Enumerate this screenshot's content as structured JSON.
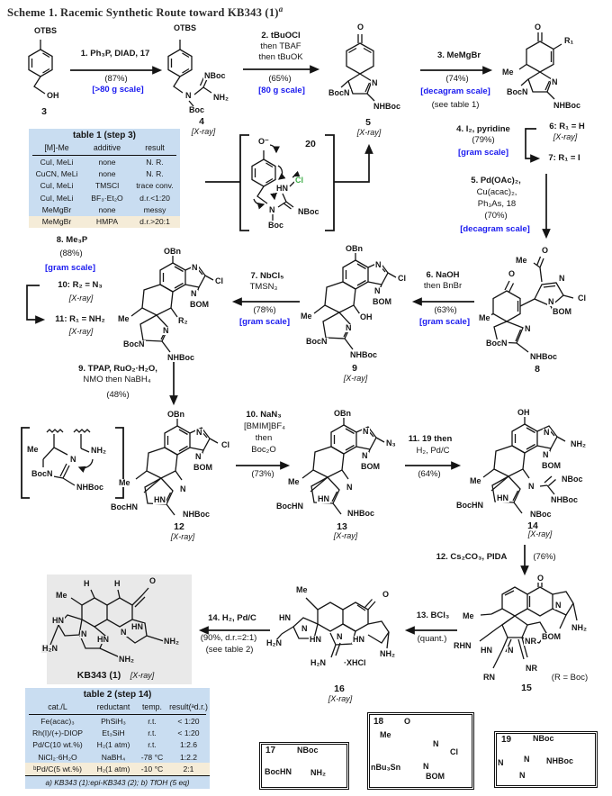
{
  "title": {
    "text": "Scheme 1. Racemic Synthetic Route toward KB343 (1)",
    "sup": "a"
  },
  "colors": {
    "accent_blue": "#1a1aef",
    "chlorine_green": "#3fae49",
    "table_bg": "#c9ddf1",
    "highlight_row": "#f5ecd8",
    "kb_box_bg": "#e9e9e9"
  },
  "steps": {
    "s1": {
      "l1": "1. Ph₃P, DIAD, 17",
      "yield": "(87%)",
      "scale": "[>80 g scale]"
    },
    "s2": {
      "l1": "2. tBuOCl",
      "l2": "then TBAF",
      "l3": "then tBuOK",
      "yield": "(65%)",
      "scale": "[80 g scale]"
    },
    "s3": {
      "l1": "3. MeMgBr",
      "yield": "(74%)",
      "scale": "[decagram scale]",
      "note": "(see table 1)"
    },
    "s4": {
      "l1": "4. I₂, pyridine",
      "yield": "(79%)",
      "scale": "[gram scale]"
    },
    "s5": {
      "l1": "5. Pd(OAc)₂,",
      "l2": "Cu(acac)₂,",
      "l3": "Ph₃As, 18",
      "yield": "(70%)",
      "scale": "[decagram scale]"
    },
    "s6": {
      "l1": "6. NaOH",
      "l2": "then BnBr",
      "yield": "(63%)",
      "scale": "[gram scale]"
    },
    "s7": {
      "l1": "7. NbCl₅",
      "l2": "TMSN₃",
      "yield": "(78%)",
      "scale": "[gram scale]"
    },
    "s8": {
      "l1": "8. Me₃P",
      "yield": "(88%)",
      "scale": "[gram scale]"
    },
    "s9": {
      "l1": "9. TPAP, RuO₂·H₂O,",
      "l2": "NMO then NaBH₄",
      "yield": "(48%)"
    },
    "s10": {
      "l1": "10. NaN₃",
      "l2": "[BMIM]BF₄",
      "l3": "then",
      "l4": "Boc₂O",
      "yield": "(73%)"
    },
    "s11": {
      "l1": "11. 19 then",
      "l2": "H₂, Pd/C",
      "yield": "(64%)"
    },
    "s12": {
      "l1": "12. Cs₂CO₃, PIDA",
      "yield": "(76%)"
    },
    "s13": {
      "l1": "13. BCl₃",
      "yield": "(quant.)"
    },
    "s14": {
      "l1": "14. H₂, Pd/C",
      "l2": "(90%, d.r.=2:1)",
      "l3": "(see table 2)"
    }
  },
  "compounds": {
    "c3": {
      "otbs": "OTBS",
      "oh": "OH",
      "num": "3"
    },
    "c4": {
      "otbs": "OTBS",
      "nboc": "NBoc",
      "n": "N",
      "nh2": "NH₂",
      "boc": "Boc",
      "num": "4",
      "xray": "[X-ray]"
    },
    "c5": {
      "o": "O",
      "n": "N",
      "bocn": "BocN",
      "nhboc": "NHBoc",
      "num": "5",
      "xray": "[X-ray]"
    },
    "c67": {
      "o": "O",
      "r1": "R₁",
      "me": "Me",
      "n": "N",
      "bocn": "BocN",
      "nhboc": "NHBoc",
      "lbl6": "6: R₁ = H",
      "xray6": "[X-ray]",
      "lbl7": "7: R₁ = I"
    },
    "c20": {
      "o": "O⁻",
      "num": "20",
      "hn": "HN",
      "cl": "Cl",
      "n": "N",
      "nboc": "NBoc",
      "boc": "Boc"
    },
    "c8": {
      "me_ac": "Me",
      "o_ac": "O",
      "o": "O",
      "n1": "N",
      "cl": "Cl",
      "n2": "N",
      "bom": "BOM",
      "me": "Me",
      "n3": "N",
      "bocn": "BocN",
      "nhboc": "NHBoc",
      "num": "8"
    },
    "c9": {
      "obn": "OBn",
      "n1": "N",
      "cl": "Cl",
      "n2": "N",
      "bom": "BOM",
      "oh": "OH",
      "me": "Me",
      "n3": "N",
      "bocn": "BocN",
      "nhboc": "NHBoc",
      "num": "9",
      "xray": "[X-ray]"
    },
    "c1011": {
      "obn": "OBn",
      "n1": "N",
      "cl": "Cl",
      "n2": "N",
      "bom": "BOM",
      "me": "Me",
      "r2": "R₂",
      "n3": "N",
      "bocn": "BocN",
      "nhboc": "NHBoc",
      "lbl10": "10: R₂ = N₃",
      "xray10": "[X-ray]",
      "lbl11": "11: R₁ = NH₂",
      "xray11": "[X-ray]"
    },
    "c12": {
      "obn": "OBn",
      "n1": "N",
      "cl": "Cl",
      "n2": "N",
      "bom": "BOM",
      "me": "Me",
      "n3": "N",
      "hn": "HN",
      "bochn": "BocHN",
      "nhboc": "NHBoc",
      "num": "12",
      "xray": "[X-ray]"
    },
    "cmech": {
      "me": "Me",
      "nh2": "NH₂",
      "n": "N",
      "bocn": "BocN",
      "nhboc": "NHBoc"
    },
    "c13": {
      "obn": "OBn",
      "n1": "N",
      "n3sub": "N₃",
      "n2": "N",
      "bom": "BOM",
      "me": "Me",
      "n3": "N",
      "hn": "HN",
      "bochn": "BocHN",
      "nhboc": "NHBoc",
      "num": "13",
      "xray": "[X-ray]"
    },
    "c14": {
      "oh": "OH",
      "n1": "N",
      "nh2": "NH₂",
      "n2": "N",
      "bom": "BOM",
      "me": "Me",
      "n3": "N",
      "nboc1": "NBoc",
      "hn": "HN",
      "nhboc": "NHBoc",
      "bochn": "BocHN",
      "nboc2": "NBoc",
      "num": "14",
      "xray": "[X-ray]"
    },
    "c15": {
      "o": "O",
      "me": "Me",
      "n1": "N",
      "nh2": "NH₂",
      "bom": "BOM",
      "nr1": "NR",
      "rhn": "RHN",
      "hn": "HN",
      "n2": "N",
      "nr2": "NR",
      "rn": "RN",
      "num": "15",
      "rdef": "(R = Boc)"
    },
    "c16": {
      "me": "Me",
      "o": "O",
      "hn1": "HN",
      "n1": "N",
      "h2n1": "H₂N",
      "hn2": "HN",
      "n2": "N",
      "hn3": "HN",
      "nh2": "NH₂",
      "h2n2": "H₂N",
      "salt": "·XHCl",
      "num": "16",
      "xray": "[X-ray]"
    },
    "kb343": {
      "me": "Me",
      "h1": "H",
      "h2": "H",
      "o": "O",
      "hn1": "HN",
      "n1": "N",
      "h2n": "H₂N",
      "hn2": "HN",
      "n2": "N",
      "hn3": "HN",
      "nh2a": "NH₂",
      "nh2b": "NH₂",
      "name": "KB343 (1)",
      "xray": "[X-ray]"
    }
  },
  "table1": {
    "title": "table 1 (step 3)",
    "headers": [
      "[M]-Me",
      "additive",
      "result"
    ],
    "rows": [
      [
        "CuI, MeLi",
        "none",
        "N. R."
      ],
      [
        "CuCN, MeLi",
        "none",
        "N. R."
      ],
      [
        "CuI, MeLi",
        "TMSCl",
        "trace conv."
      ],
      [
        "CuI, MeLi",
        "BF₃·Et₂O",
        "d.r.<1:20"
      ],
      [
        "MeMgBr",
        "none",
        "messy"
      ],
      [
        "MeMgBr",
        "HMPA",
        "d.r.>20:1"
      ]
    ]
  },
  "table2": {
    "title": "table 2 (step 14)",
    "headers": [
      "cat./L",
      "reductant",
      "temp.",
      "result(ᵃd.r.)"
    ],
    "rows": [
      [
        "Fe(acac)₃",
        "PhSiH₃",
        "r.t.",
        "< 1:20"
      ],
      [
        "Rh(I)/(+)-DIOP",
        "Et₃SiH",
        "r.t.",
        "< 1:20"
      ],
      [
        "Pd/C(10 wt.%)",
        "H₂(1 atm)",
        "r.t.",
        "1:2.6"
      ],
      [
        "NiCl₂·6H₂O",
        "NaBH₄",
        "-78 °C",
        "1:2.2"
      ],
      [
        "ᵇPd/C(5 wt.%)",
        "H₂(1 atm)",
        "-10 °C",
        "2:1"
      ]
    ],
    "footnote": "a) KB343 (1):epi-KB343 (2); b) TfOH (5 eq)"
  },
  "boxes": {
    "b17": {
      "num": "17",
      "nboc": "NBoc",
      "bochn": "BocHN",
      "nh2": "NH₂"
    },
    "b18": {
      "num": "18",
      "me": "Me",
      "o": "O",
      "n1": "N",
      "cl": "Cl",
      "n2": "N",
      "bom": "BOM",
      "sn": "nBu₃Sn"
    },
    "b19": {
      "num": "19",
      "nboc": "NBoc",
      "nhboc": "NHBoc",
      "na": "N",
      "nb": "N",
      "nc": "N"
    }
  }
}
